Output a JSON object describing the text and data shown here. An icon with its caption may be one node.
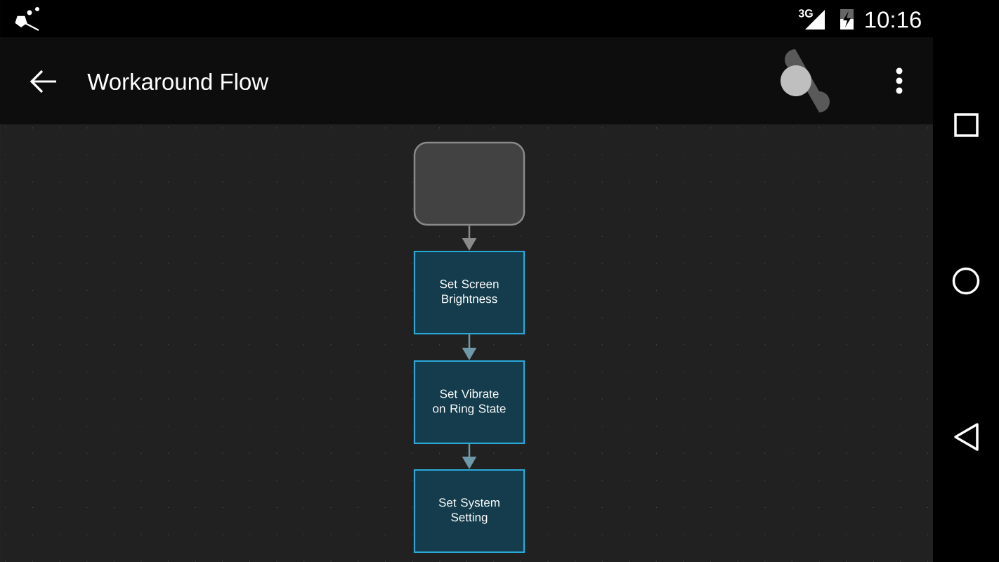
{
  "diagram": {
    "title": "Workaround Flow",
    "nodes": [
      {
        "text": [],
        "shape": "box"
      },
      {
        "text": [
          "Set Screen Brightness"
        ]
      },
      {
        "text": [
          "Set Vibrate on Ring State"
        ]
      },
      {
        "text": [
          "Set System Setting"
        ]
      }
    ],
    "edges": [
      {
        "from": 0,
        "to": 1,
        "arrow": "to",
        "color": "#8a8a8a"
      },
      {
        "from": 1,
        "to": 2,
        "arrow": "to"
      },
      {
        "from": 2,
        "to": 3,
        "arrow": "to"
      }
    ],
    "labels": [
      "3G",
      "10:16"
    ]
  }
}
